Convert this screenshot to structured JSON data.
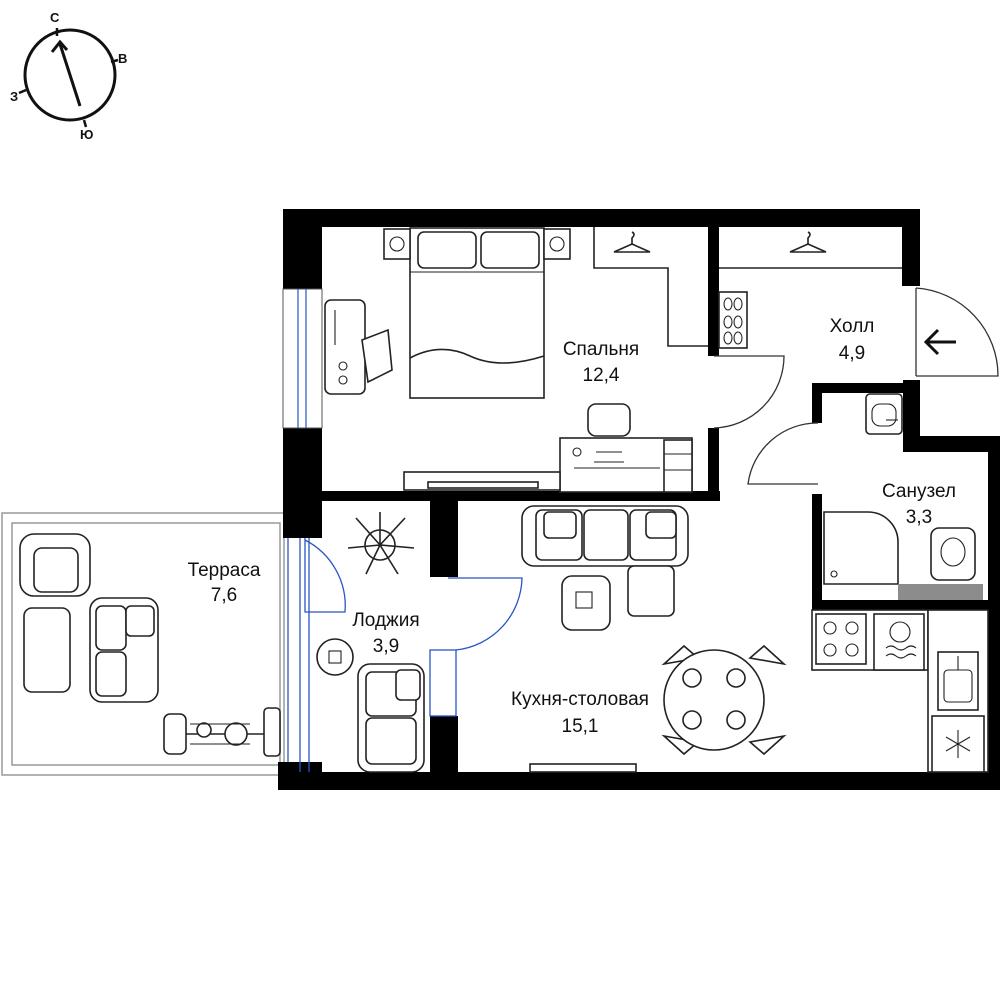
{
  "compass": {
    "north": "С",
    "east": "В",
    "west": "З",
    "south": "Ю"
  },
  "rooms": [
    {
      "name": "Спальня",
      "area": "12,4"
    },
    {
      "name": "Холл",
      "area": "4,9"
    },
    {
      "name": "Санузел",
      "area": "3,3"
    },
    {
      "name": "Терраса",
      "area": "7,6"
    },
    {
      "name": "Лоджия",
      "area": "3,9"
    },
    {
      "name": "Кухня-столовая",
      "area": "15,1"
    }
  ],
  "icons": [
    "compass-icon",
    "entrance-arrow-icon",
    "hanger-icon",
    "bed-icon",
    "plant-icon",
    "sofa-icon",
    "armchair-icon",
    "dining-table-icon",
    "cooktop-icon",
    "sink-icon",
    "dishwasher-icon",
    "fridge-icon",
    "toilet-icon",
    "shower-icon",
    "washbasin-icon",
    "exercise-bike-icon",
    "shoes-icon"
  ],
  "colors": {
    "wall": "#000000",
    "glazing": "#2a55c8",
    "furniture_stroke": "#222222",
    "bath_floor": "#8c8c8c"
  }
}
